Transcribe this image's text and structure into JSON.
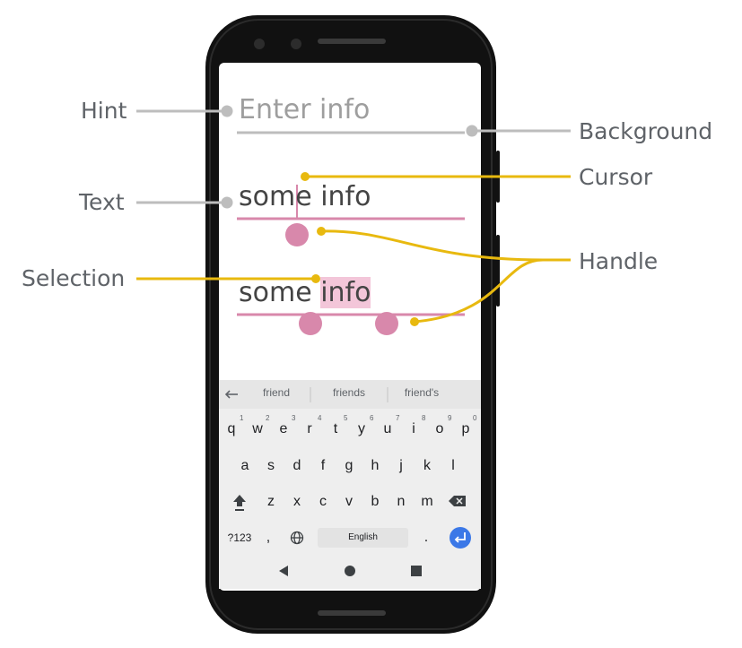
{
  "annotations": {
    "hint": "Hint",
    "text": "Text",
    "selection": "Selection",
    "background": "Background",
    "cursor": "Cursor",
    "handle": "Handle"
  },
  "fields": {
    "hint_placeholder": "Enter info",
    "text_value_before": "some",
    "text_value_after": " info",
    "selection_value_before": "some ",
    "selection_value_selected": "info"
  },
  "keyboard": {
    "suggestions": [
      "friend",
      "friends",
      "friend's"
    ],
    "row1": [
      "q",
      "w",
      "e",
      "r",
      "t",
      "y",
      "u",
      "i",
      "o",
      "p"
    ],
    "row1_numbers": [
      "1",
      "2",
      "3",
      "4",
      "5",
      "6",
      "7",
      "8",
      "9",
      "0"
    ],
    "row2": [
      "a",
      "s",
      "d",
      "f",
      "g",
      "h",
      "j",
      "k",
      "l"
    ],
    "row3": [
      "z",
      "x",
      "c",
      "v",
      "b",
      "n",
      "m"
    ],
    "symbols_key": "?123",
    "comma_key": ",",
    "space_label": "English",
    "period_key": "."
  },
  "colors": {
    "accent_yellow": "#e8b90f",
    "accent_pink": "#d888ab",
    "leader_gray": "#bdbdbd",
    "enter_blue": "#3b78e7"
  },
  "icons": {
    "back_arrow": "arrow-left-icon",
    "shift": "shift-icon",
    "delete": "backspace-icon",
    "globe": "globe-icon",
    "enter": "enter-icon",
    "nav_back": "triangle-back-icon",
    "nav_home": "circle-home-icon",
    "nav_recents": "square-recents-icon"
  }
}
